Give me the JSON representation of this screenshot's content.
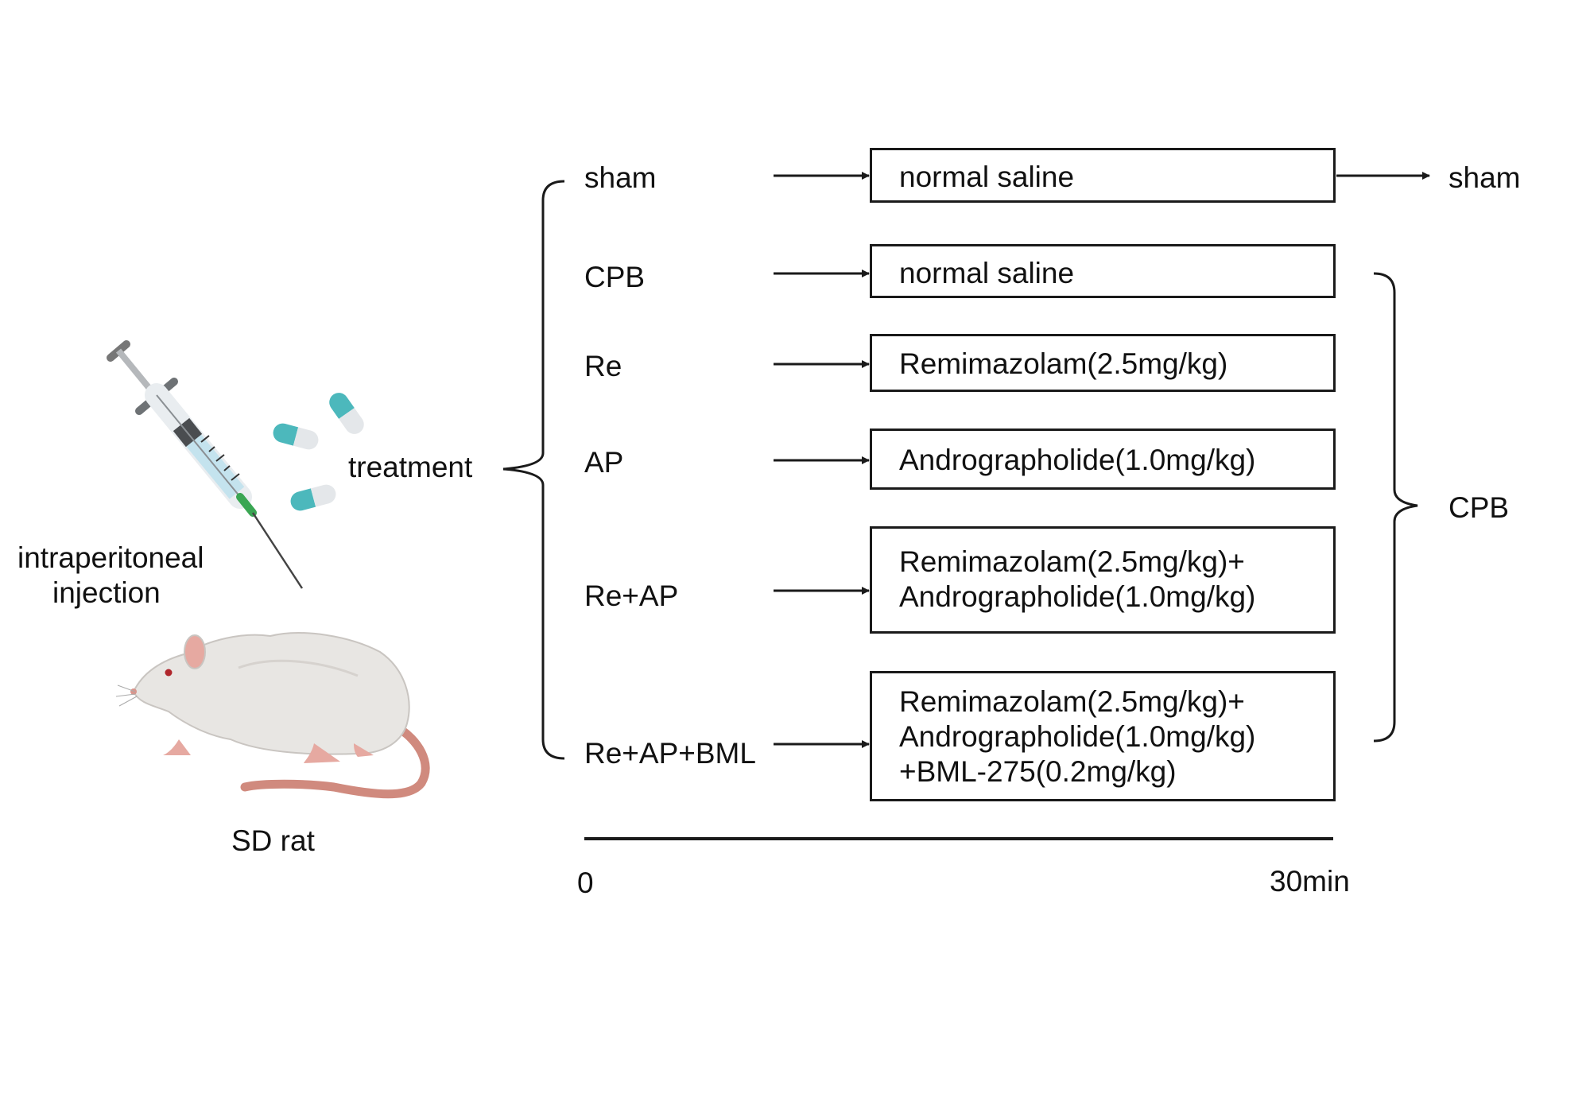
{
  "left_panel": {
    "injection_label": [
      "intraperitoneal",
      "injection"
    ],
    "treatment_label": "treatment",
    "animal_label": "SD rat"
  },
  "groups": [
    {
      "name": "sham",
      "box_lines": [
        "normal saline"
      ]
    },
    {
      "name": "CPB",
      "box_lines": [
        "normal saline"
      ]
    },
    {
      "name": "Re",
      "box_lines": [
        "Remimazolam(2.5mg/kg)"
      ]
    },
    {
      "name": "AP",
      "box_lines": [
        "Andrographolide(1.0mg/kg)"
      ]
    },
    {
      "name": "Re+AP",
      "box_lines": [
        "Remimazolam(2.5mg/kg)+",
        "Andrographolide(1.0mg/kg)"
      ]
    },
    {
      "name": "Re+AP+BML",
      "box_lines": [
        "Remimazolam(2.5mg/kg)+",
        "Andrographolide(1.0mg/kg)",
        "+BML-275(0.2mg/kg)"
      ]
    }
  ],
  "outcomes": {
    "sham": "sham",
    "cpb": "CPB"
  },
  "timeline": {
    "start": "0",
    "end": "30min"
  },
  "colors": {
    "capsule_teal": "#4cb8bc",
    "capsule_white": "#e4e7ea",
    "rat_body": "#e8e6e3",
    "rat_tail": "#d08a7e",
    "ink": "#1a1a1a"
  }
}
